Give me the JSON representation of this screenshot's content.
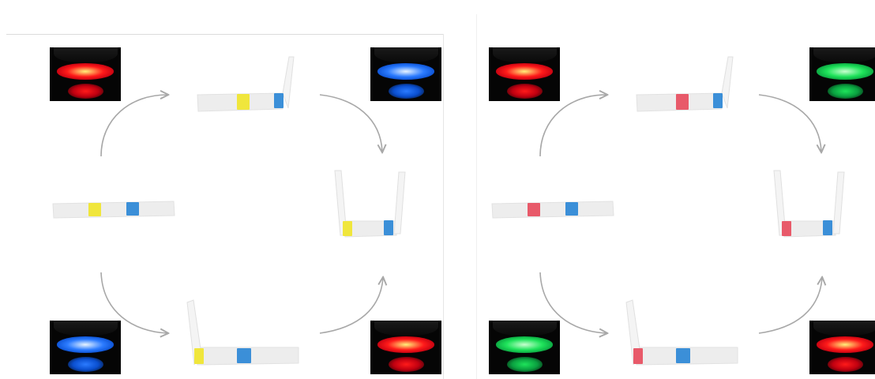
{
  "colors": {
    "background": "#ffffff",
    "strip": "#ededed",
    "yellow_patch": "#f0e63c",
    "red_patch": "#e85a6a",
    "blue_patch": "#3b8fd8",
    "arrow": "#a8a8a8"
  },
  "panels": [
    {
      "name": "yellow-blue-strip",
      "patch_a_color": "yellow_patch",
      "lights": {
        "top_left": "red",
        "top_right": "blue",
        "bottom_left": "blue",
        "bottom_right": "red"
      }
    },
    {
      "name": "red-blue-strip",
      "patch_a_color": "red_patch",
      "lights": {
        "top_left": "red",
        "top_right": "green",
        "bottom_left": "green",
        "bottom_right": "red"
      }
    }
  ],
  "light_colors": {
    "red": {
      "glow": "#ff1a1a",
      "core": "#fff27a",
      "halo": "#c00010"
    },
    "blue": {
      "glow": "#2b7bff",
      "core": "#e8f4ff",
      "halo": "#0a4fd0"
    },
    "green": {
      "glow": "#1ee35a",
      "core": "#c8ffd0",
      "halo": "#0aa040"
    }
  }
}
